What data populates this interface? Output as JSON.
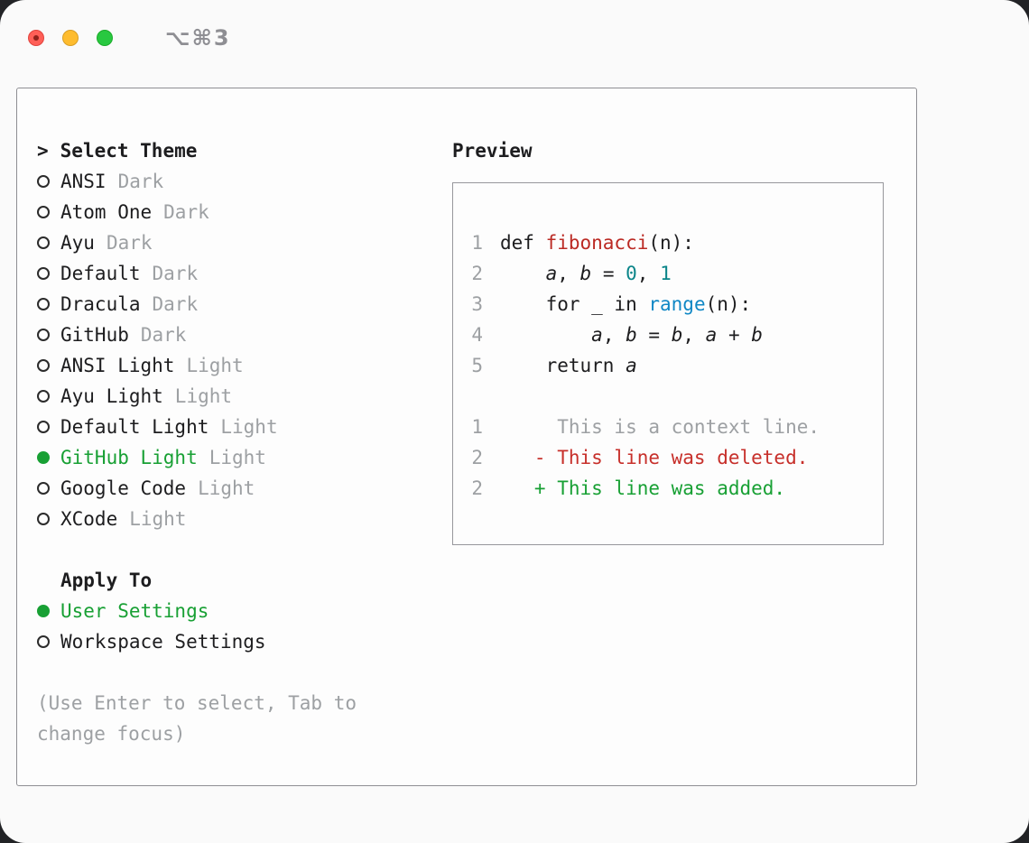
{
  "colors": {
    "accent-green": "#18a034",
    "func-red": "#bb2a24",
    "deleted-red": "#c7302b",
    "builtin-blue": "#0f87c5",
    "number-teal": "#0b8589",
    "muted-gray": "#9da0a3",
    "text-black": "#1d1d1f",
    "border-gray": "#8e8e93",
    "traffic-red": "#ff5f57",
    "traffic-yellow": "#febc2e",
    "traffic-green": "#28c840"
  },
  "window": {
    "shortcut_label": "⌥⌘3"
  },
  "theme_selector": {
    "cursor": ">",
    "title": "Select Theme",
    "items": [
      {
        "name": "ANSI",
        "variant": "Dark",
        "selected": false
      },
      {
        "name": "Atom One",
        "variant": "Dark",
        "selected": false
      },
      {
        "name": "Ayu",
        "variant": "Dark",
        "selected": false
      },
      {
        "name": "Default",
        "variant": "Dark",
        "selected": false
      },
      {
        "name": "Dracula",
        "variant": "Dark",
        "selected": false
      },
      {
        "name": "GitHub",
        "variant": "Dark",
        "selected": false
      },
      {
        "name": "ANSI Light",
        "variant": "Light",
        "selected": false
      },
      {
        "name": "Ayu Light",
        "variant": "Light",
        "selected": false
      },
      {
        "name": "Default Light",
        "variant": "Light",
        "selected": false
      },
      {
        "name": "GitHub Light",
        "variant": "Light",
        "selected": true
      },
      {
        "name": "Google Code",
        "variant": "Light",
        "selected": false
      },
      {
        "name": "XCode",
        "variant": "Light",
        "selected": false
      }
    ]
  },
  "apply_to": {
    "title": "Apply To",
    "items": [
      {
        "name": "User Settings",
        "selected": true
      },
      {
        "name": "Workspace Settings",
        "selected": false
      }
    ]
  },
  "hint": "(Use Enter to select, Tab to change focus)",
  "preview": {
    "title": "Preview",
    "lines": [
      {
        "num": "1",
        "segments": [
          [
            "def ",
            "plain"
          ],
          [
            "fibonacci",
            "func"
          ],
          [
            "(n):",
            "plain"
          ]
        ]
      },
      {
        "num": "2",
        "segments": [
          [
            "    ",
            "plain"
          ],
          [
            "a",
            "var"
          ],
          [
            ", ",
            "plain"
          ],
          [
            "b",
            "var"
          ],
          [
            " = ",
            "plain"
          ],
          [
            "0",
            "num"
          ],
          [
            ", ",
            "plain"
          ],
          [
            "1",
            "num"
          ]
        ]
      },
      {
        "num": "3",
        "segments": [
          [
            "    for _ in ",
            "plain"
          ],
          [
            "range",
            "builtin"
          ],
          [
            "(n):",
            "plain"
          ]
        ]
      },
      {
        "num": "4",
        "segments": [
          [
            "        ",
            "plain"
          ],
          [
            "a",
            "var"
          ],
          [
            ", ",
            "plain"
          ],
          [
            "b",
            "var"
          ],
          [
            " = ",
            "plain"
          ],
          [
            "b",
            "var"
          ],
          [
            ", ",
            "plain"
          ],
          [
            "a",
            "var"
          ],
          [
            " + ",
            "plain"
          ],
          [
            "b",
            "var"
          ]
        ]
      },
      {
        "num": "5",
        "segments": [
          [
            "    return ",
            "plain"
          ],
          [
            "a",
            "var"
          ]
        ]
      },
      {
        "num": "",
        "segments": []
      },
      {
        "num": "1",
        "segments": [
          [
            "     This is a context line.",
            "context"
          ]
        ]
      },
      {
        "num": "2",
        "segments": [
          [
            "   - This line was deleted.",
            "deleted"
          ]
        ]
      },
      {
        "num": "2",
        "segments": [
          [
            "   + This line was added.",
            "added"
          ]
        ]
      }
    ]
  }
}
